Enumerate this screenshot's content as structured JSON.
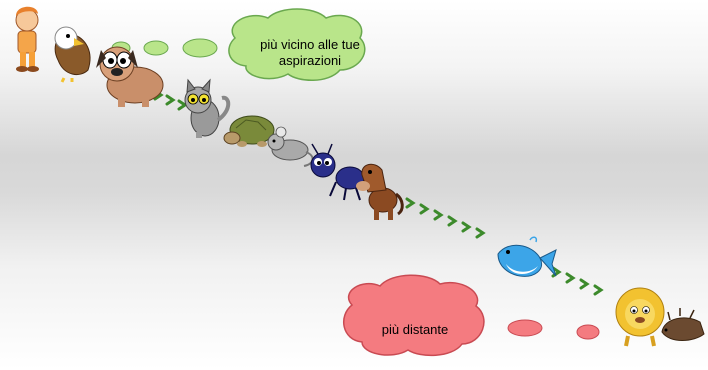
{
  "diagram": {
    "cloud_top_text": "più vicino alle tue aspirazioni",
    "cloud_bottom_text": "più distante",
    "colors": {
      "cloud_top": "#b9e58a",
      "cloud_bottom": "#f47b80",
      "arrow": "#3c8a2b"
    },
    "figures": [
      "boy-figure",
      "eagle-figure",
      "dog-figure",
      "cat-figure",
      "turtle-figure",
      "rat-figure",
      "ant-figure",
      "horse-figure",
      "fish-figure",
      "lion-figure",
      "hedgehog-figure"
    ]
  }
}
